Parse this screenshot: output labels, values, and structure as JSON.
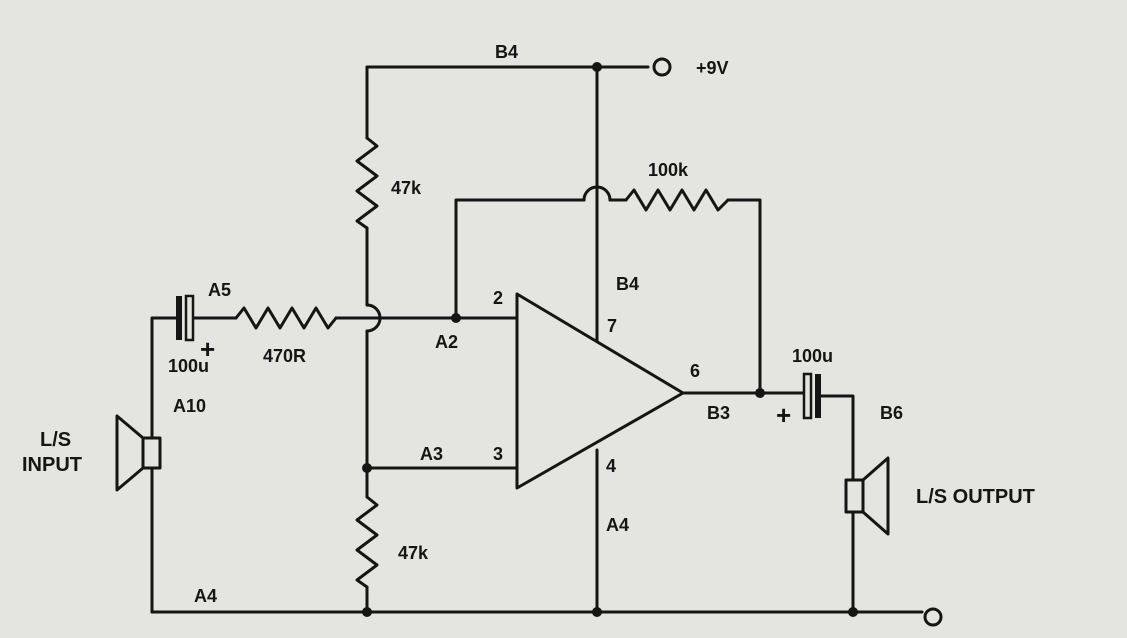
{
  "labels": {
    "b4_top": "B4",
    "supply": "+9V",
    "r_upper": "47k",
    "r_feedback": "100k",
    "b4_right": "B4",
    "a5": "A5",
    "r_input": "470R",
    "c_input": "100u",
    "a10": "A10",
    "ls_input_line1": "L/S",
    "ls_input_line2": "INPUT",
    "a2": "A2",
    "pin2": "2",
    "pin7": "7",
    "pin6": "6",
    "pin3": "3",
    "pin4": "4",
    "a3": "A3",
    "b3": "B3",
    "c_output": "100u",
    "b6": "B6",
    "ls_output": "L/S OUTPUT",
    "a4_right": "A4",
    "r_lower": "47k",
    "a4_bottom": "A4",
    "plus_input": "+",
    "plus_output": "+"
  }
}
